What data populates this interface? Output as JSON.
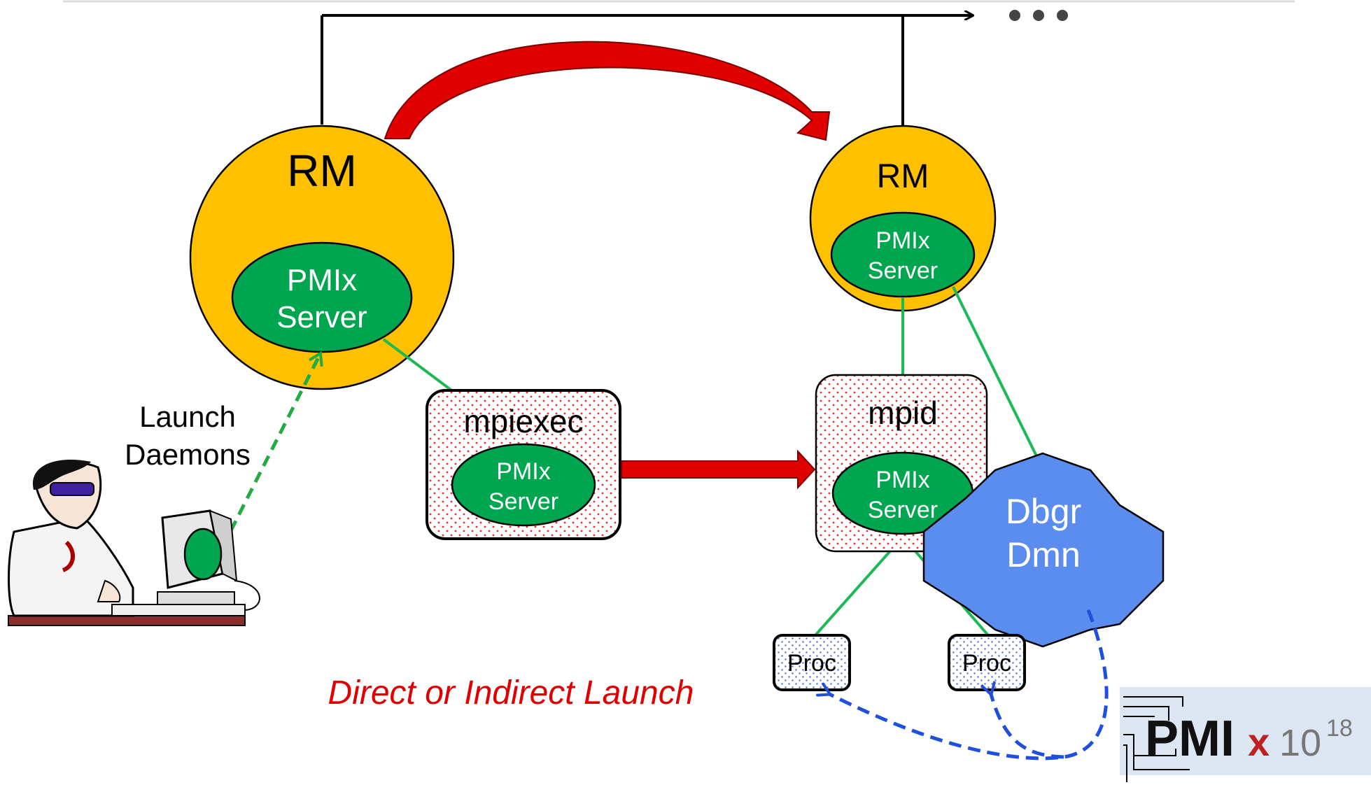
{
  "colors": {
    "rm_fill": "#FFC000",
    "pmix_fill": "#00A550",
    "dbgr_fill": "#5B8DEF",
    "arrow_red": "#E00000",
    "pmix_link": "#1DB954",
    "blue_dash": "#1F4FE0",
    "launch_dash": "#22AA44",
    "note_red": "#E00000",
    "box_dots": "#E03030",
    "proc_dots": "#4A70D0"
  },
  "left_rm": {
    "label": "RM",
    "pmix": {
      "line1": "PMIx",
      "line2": "Server"
    }
  },
  "right_rm": {
    "label": "RM",
    "pmix": {
      "line1": "PMIx",
      "line2": "Server"
    }
  },
  "top_ellipsis": "• • •",
  "launch_label": {
    "line1": "Launch",
    "line2": "Daemons"
  },
  "mpiexec": {
    "label": "mpiexec",
    "pmix": {
      "line1": "PMIx",
      "line2": "Server"
    }
  },
  "mpid": {
    "label": "mpid",
    "pmix": {
      "line1": "PMIx",
      "line2": "Server"
    }
  },
  "dbgr": {
    "line1": "Dbgr",
    "line2": "Dmn"
  },
  "procs": [
    "Proc",
    "Proc"
  ],
  "note": "Direct or Indirect Launch",
  "logo": {
    "main": "PMI",
    "x": "x",
    "num": "10",
    "exp": "18"
  },
  "icons": {
    "user": "programmer-at-computer-icon"
  }
}
